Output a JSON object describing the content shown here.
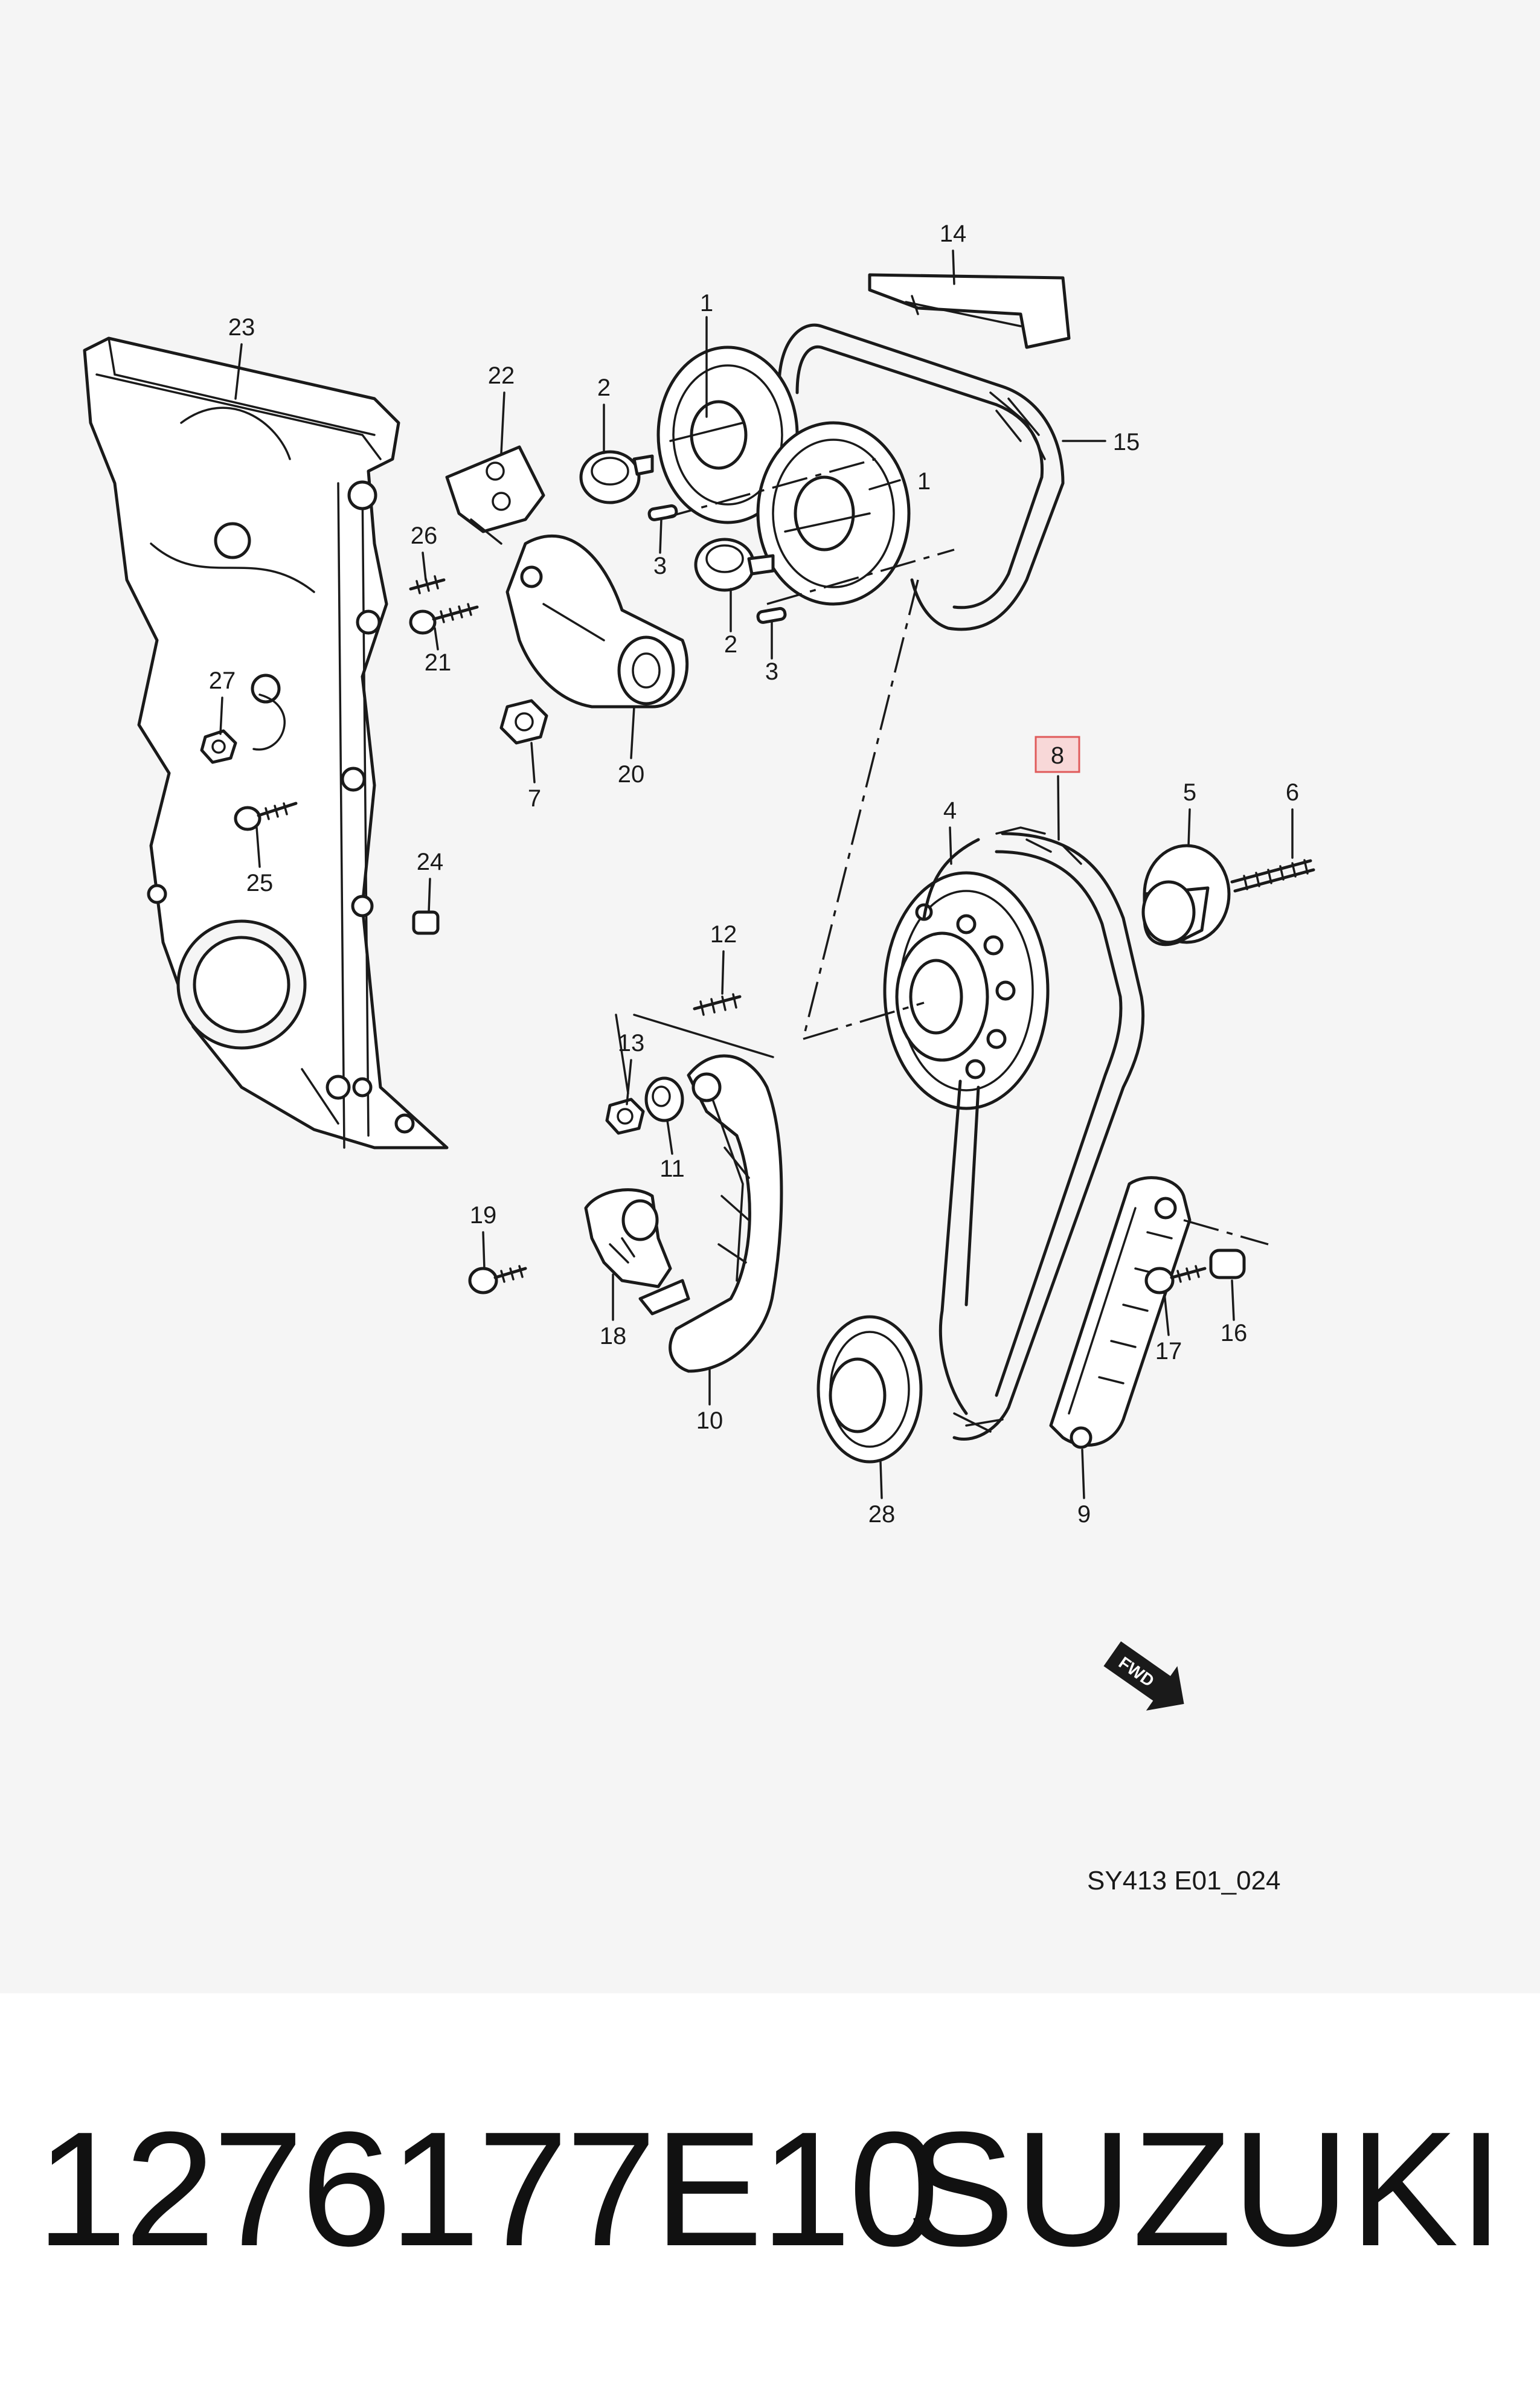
{
  "diagram": {
    "reference_code": "SY413 E01_024",
    "fwd_label": "FWD",
    "highlighted_callout": "8",
    "callouts": [
      {
        "id": "c1a",
        "label": "1"
      },
      {
        "id": "c1b",
        "label": "1"
      },
      {
        "id": "c2a",
        "label": "2"
      },
      {
        "id": "c2b",
        "label": "2"
      },
      {
        "id": "c3a",
        "label": "3"
      },
      {
        "id": "c3b",
        "label": "3"
      },
      {
        "id": "c4",
        "label": "4"
      },
      {
        "id": "c5",
        "label": "5"
      },
      {
        "id": "c6",
        "label": "6"
      },
      {
        "id": "c7",
        "label": "7"
      },
      {
        "id": "c8",
        "label": "8"
      },
      {
        "id": "c9",
        "label": "9"
      },
      {
        "id": "c10",
        "label": "10"
      },
      {
        "id": "c11",
        "label": "11"
      },
      {
        "id": "c12",
        "label": "12"
      },
      {
        "id": "c13",
        "label": "13"
      },
      {
        "id": "c14",
        "label": "14"
      },
      {
        "id": "c15",
        "label": "15"
      },
      {
        "id": "c16",
        "label": "16"
      },
      {
        "id": "c17",
        "label": "17"
      },
      {
        "id": "c18",
        "label": "18"
      },
      {
        "id": "c19",
        "label": "19"
      },
      {
        "id": "c20",
        "label": "20"
      },
      {
        "id": "c21",
        "label": "21"
      },
      {
        "id": "c22",
        "label": "22"
      },
      {
        "id": "c23",
        "label": "23"
      },
      {
        "id": "c24",
        "label": "24"
      },
      {
        "id": "c25",
        "label": "25"
      },
      {
        "id": "c26",
        "label": "26"
      },
      {
        "id": "c27",
        "label": "27"
      },
      {
        "id": "c28",
        "label": "28"
      }
    ]
  },
  "footer": {
    "part_number": "1276177E10",
    "brand": "SUZUKI"
  },
  "colors": {
    "highlight_fill": "#f8d8d8",
    "highlight_stroke": "#e05a5a",
    "line": "#1a1a1a",
    "panel_background": "#f5f5f5"
  }
}
